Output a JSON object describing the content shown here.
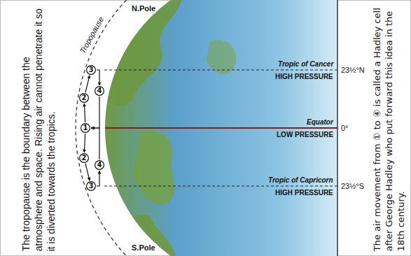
{
  "diagram": {
    "nodes": [
      {
        "text": [
          "3"
        ]
      },
      {
        "text": [
          "2"
        ]
      },
      {
        "text": [
          "1"
        ]
      },
      {
        "text": [
          "2"
        ]
      },
      {
        "text": [
          "3"
        ]
      },
      {
        "text": [
          "4"
        ]
      },
      {
        "text": [
          "4"
        ]
      }
    ],
    "edges": [
      {
        "from": 2,
        "to": 1,
        "arrow": "to"
      },
      {
        "from": 1,
        "to": 0,
        "arrow": "to"
      },
      {
        "from": 0,
        "to": 5,
        "arrow": "to"
      },
      {
        "from": 5,
        "to": 2,
        "arrow": "to"
      },
      {
        "from": 2,
        "to": 3,
        "arrow": "to"
      },
      {
        "from": 3,
        "to": 4,
        "arrow": "to"
      },
      {
        "from": 4,
        "to": 6,
        "arrow": "to"
      },
      {
        "from": 6,
        "to": 2,
        "arrow": "to"
      }
    ],
    "labels": [
      "The tropopause is the boundary between the atmosphere and space. Rising air cannot penetrate it so it is diverted towards the tropics.",
      "Tropopause",
      "N.Pole",
      "Tropic of Cancer",
      "HIGH PRESSURE",
      "Equator",
      "LOW PRESSURE",
      "Tropic of Capricorn",
      "HIGH PRESSURE",
      "S.Pole",
      "23½°N",
      "0°",
      "23½°S",
      "The air movement from ① to ④ is called a Hadley cell after George Hadley who put forward this idea in the 18th century."
    ]
  }
}
